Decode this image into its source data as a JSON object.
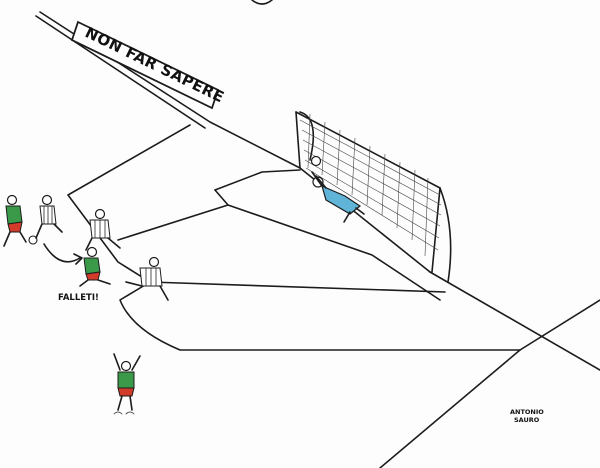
{
  "banner": {
    "text": "NON FAR SAPERE"
  },
  "caption": {
    "text": "FALLETI!"
  },
  "signature": {
    "line1": "ANTONIO",
    "line2": "SAURO"
  },
  "colors": {
    "ink": "#1c1c1c",
    "shirt_green": "#3a9a4a",
    "shirt_red": "#d23a2a",
    "keeper_blue": "#5fb4d8",
    "paper": "#fdfdfd"
  }
}
